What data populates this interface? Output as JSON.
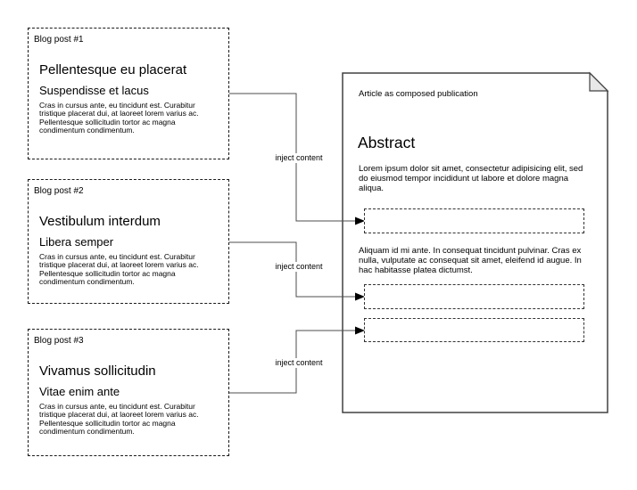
{
  "blog_posts": [
    {
      "label": "Blog post #1",
      "title": "Pellentesque eu placerat",
      "subtitle": "Suspendisse et lacus",
      "body": "Cras in cursus ante, eu tincidunt est. Curabitur tristique placerat dui, at laoreet lorem varius ac. Pellentesque sollicitudin tortor ac magna condimentum condimentum."
    },
    {
      "label": "Blog post #2",
      "title": "Vestibulum interdum",
      "subtitle": "Libera semper",
      "body": "Cras in cursus ante, eu tincidunt est. Curabitur tristique placerat dui, at laoreet lorem varius ac. Pellentesque sollicitudin tortor ac magna condimentum condimentum."
    },
    {
      "label": "Blog post #3",
      "title": "Vivamus sollicitudin",
      "subtitle": "Vitae enim ante",
      "body": "Cras in cursus ante, eu tincidunt est. Curabitur tristique placerat dui, at laoreet lorem varius ac. Pellentesque sollicitudin tortor ac magna condimentum condimentum."
    }
  ],
  "connectors": [
    {
      "label": "inject content"
    },
    {
      "label": "inject content"
    },
    {
      "label": "inject content"
    }
  ],
  "document": {
    "label": "Article as composed publication",
    "heading": "Abstract",
    "paragraph_1": "Lorem ipsum dolor sit amet, consectetur adipisicing elit, sed do eiusmod tempor incididunt ut labore et dolore magna aliqua.",
    "paragraph_2": "Aliquam id mi ante. In consequat tincidunt pulvinar. Cras ex nulla, vulputate ac consequat sit amet, eleifend id augue. In hac habitasse platea dictumst.",
    "placeholder_count": 3
  },
  "colors": {
    "text": "#000000",
    "blog_box_border": "#1a1a1a",
    "document_border": "#404040",
    "connector_line": "#4d4d4d",
    "arrowhead": "#000000",
    "fold_fill": "#e8e8e8",
    "placeholder_border": "#333333",
    "background": "#ffffff"
  }
}
